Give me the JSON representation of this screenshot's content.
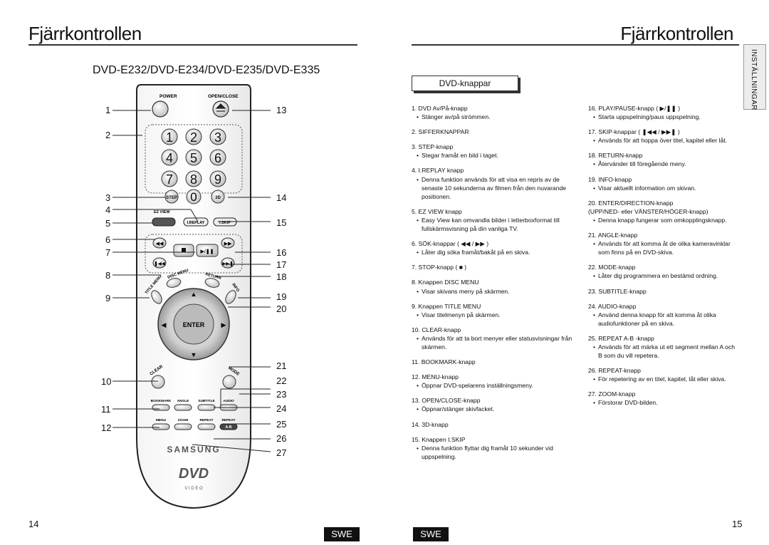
{
  "left_page": {
    "title": "Fjärrkontrollen",
    "model_line": "DVD-E232/DVD-E234/DVD-E235/DVD-E335",
    "page_number": "14",
    "lang_badge": "SWE",
    "callout_numbers_left": [
      "1",
      "2",
      "3",
      "4",
      "5",
      "6",
      "7",
      "8",
      "9",
      "10",
      "11",
      "12"
    ],
    "callout_numbers_right": [
      "13",
      "14",
      "15",
      "16",
      "17",
      "18",
      "19",
      "20",
      "21",
      "22",
      "23",
      "24",
      "25",
      "26",
      "27"
    ]
  },
  "remote": {
    "power": "POWER",
    "open_close": "OPEN/CLOSE",
    "digits": [
      "1",
      "2",
      "3",
      "4",
      "5",
      "6",
      "7",
      "8",
      "9"
    ],
    "zero": "0",
    "step": "STEP",
    "three_d": "3D",
    "ez_view": "EZ VIEW",
    "i_replay": "I.REPLAY",
    "i_skip": "I.SKIP",
    "disc_menu": "DISC MENU",
    "return": "RETURN",
    "title_menu": "TITLE MENU",
    "info": "INFO",
    "enter": "ENTER",
    "clear": "CLEAR",
    "mode": "MODE",
    "bookmark": "BOOKMARK",
    "angle": "ANGLE",
    "subtitle": "SUBTITLE",
    "audio": "AUDIO",
    "menu": "MENU",
    "zoom": "ZOOM",
    "repeat": "REPEAT",
    "repeat2": "REPEAT",
    "ab": "A-B",
    "brand": "SAMSUNG",
    "dvd_logo": "DVD",
    "dvd_sub": "V I D E O"
  },
  "right_page": {
    "title": "Fjärrkontrollen",
    "side_tab": "INSTÄLLNINGAR",
    "section": "DVD-knappar",
    "page_number": "15",
    "lang_badge": "SWE",
    "col1": [
      {
        "h": "1. DVD Av/På-knapp",
        "b": [
          "Stänger av/på strömmen."
        ]
      },
      {
        "h": "2. SIFFERKNAPPAR",
        "b": []
      },
      {
        "h": "3. STEP-knapp",
        "b": [
          "Stegar framåt en bild i taget."
        ]
      },
      {
        "h": "4. I.REPLAY knapp",
        "b": [
          "Denna funktion används för att visa en repris av de senaste 10 sekunderna av filmen från den nuvarande positionen."
        ]
      },
      {
        "h": "5. EZ VIEW knapp",
        "b": [
          "Easy View kan omvandla bilder i letterboxformat till fullskärmsvisning på din vanliga TV."
        ]
      },
      {
        "h": "6. SÖK-knappar (  ◀◀ /  ▶▶ )",
        "b": [
          "Låter dig söka framåt/bakåt på en skiva."
        ]
      },
      {
        "h": "7. STOP-knapp (  ■ )",
        "b": []
      },
      {
        "h": "8. Knappen DISC MENU",
        "b": [
          "Visar skivans meny på skärmen."
        ]
      },
      {
        "h": "9. Knappen TITLE MENU",
        "b": [
          "Visar titelmenyn på skärmen."
        ]
      },
      {
        "h": "10. CLEAR-knapp",
        "b": [
          "Används för att ta bort menyer eller statusvisningar från skärmen."
        ]
      },
      {
        "h": "11. BOOKMARK-knapp",
        "b": []
      },
      {
        "h": "12. MENU-knapp",
        "b": [
          "Öppnar DVD-spelarens inställningsmeny."
        ]
      },
      {
        "h": "13. OPEN/CLOSE-knapp",
        "b": [
          "Öppnar/stänger skivfacket."
        ]
      },
      {
        "h": "14. 3D-knapp",
        "b": []
      },
      {
        "h": "15. Knappen I.SKIP",
        "b": [
          "Denna funktion flyttar dig framåt 10 sekunder vid uppspelning."
        ]
      }
    ],
    "col2": [
      {
        "h": "16. PLAY/PAUSE-knapp (  ▶/❚❚ )",
        "b": [
          "Starta uppspelning/paus uppspelning."
        ]
      },
      {
        "h": "17. SKIP-knappar (  ❚◀◀ /  ▶▶❚ )",
        "b": [
          "Används för att hoppa över titel, kapitel eller låt."
        ]
      },
      {
        "h": "18. RETURN-knapp",
        "b": [
          "Återvänder till föregående meny."
        ]
      },
      {
        "h": "19. INFO-knapp",
        "b": [
          "Visar aktuellt information om skivan."
        ]
      },
      {
        "h": "20. ENTER/DIRECTION-knapp\n(UPP/NED- eller VÄNSTER/HÖGER-knapp)",
        "b": [
          "Denna knapp fungerar som omkopplingsknapp."
        ]
      },
      {
        "h": "21. ANGLE-knapp",
        "b": [
          "Används för att komma åt de olika kameravinklar som finns på en DVD-skiva."
        ]
      },
      {
        "h": "22. MODE-knapp",
        "b": [
          "Låter dig programmera en bestämd ordning."
        ]
      },
      {
        "h": "23. SUBTITLE-knapp",
        "b": []
      },
      {
        "h": "24. AUDIO-knapp",
        "b": [
          "Använd denna knapp för att komma åt olika audiofunktioner på en skiva."
        ]
      },
      {
        "h": "25. REPEAT A-B -knapp",
        "b": [
          "Används för att märka ut ett segment mellan A och B som du vill repetera."
        ]
      },
      {
        "h": "26. REPEAT-knapp",
        "b": [
          "För repetering av en titel, kapitel, låt eller skiva."
        ]
      },
      {
        "h": "27. ZOOM-knapp",
        "b": [
          "Förstorar DVD-bilden."
        ]
      }
    ]
  }
}
